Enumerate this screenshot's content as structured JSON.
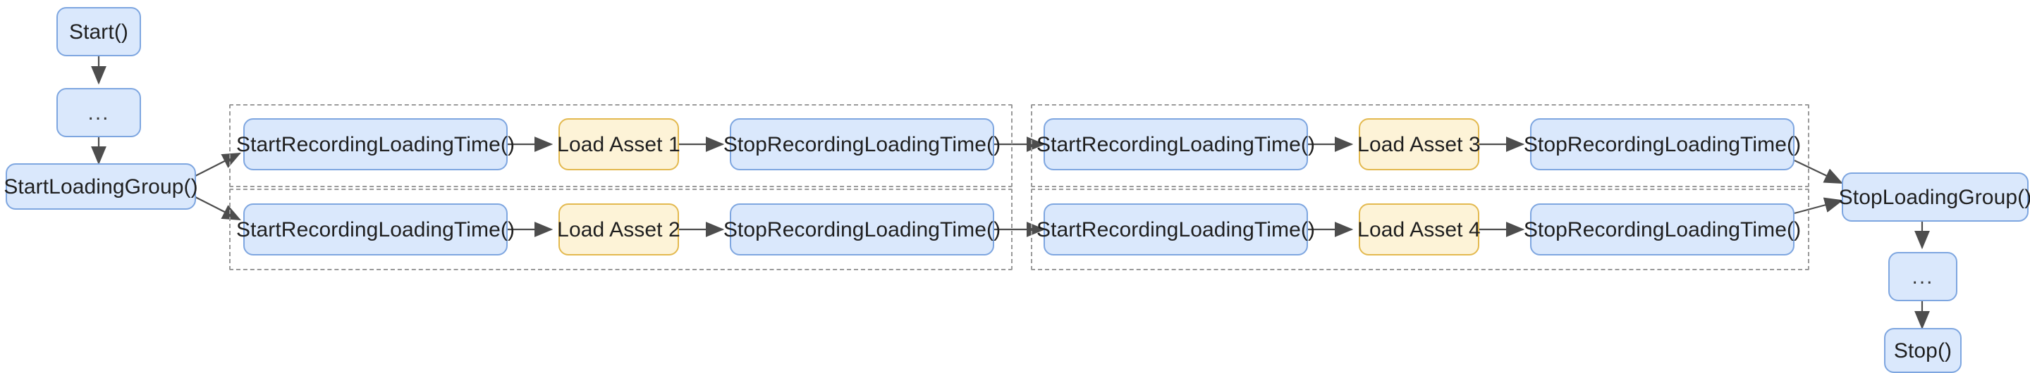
{
  "diagram": {
    "title": "Asset loading group instrumentation flowchart",
    "colors": {
      "node_blue_fill": "#dae8fc",
      "node_blue_border": "#7ea6e0",
      "node_yellow_fill": "#fdf3d7",
      "node_yellow_border": "#e3b94f",
      "subgraph_border": "#9a9a9a",
      "edge_stroke": "#4d4d4d",
      "text": "#1f1f1f",
      "background": "#ffffff"
    },
    "entry_chain": [
      {
        "id": "start",
        "label": "Start()",
        "style": "blue"
      },
      {
        "id": "pre_ellipsis",
        "label": "...",
        "style": "blue"
      },
      {
        "id": "start_loading_group",
        "label": "StartLoadingGroup()",
        "style": "blue"
      }
    ],
    "exit_chain": [
      {
        "id": "stop_loading_group",
        "label": "StopLoadingGroup()",
        "style": "blue"
      },
      {
        "id": "post_ellipsis",
        "label": "...",
        "style": "blue"
      },
      {
        "id": "stop",
        "label": "Stop()",
        "style": "blue"
      }
    ],
    "groups": [
      {
        "id": "group-1",
        "rows": [
          {
            "id": "group-1-row-1",
            "nodes": [
              {
                "id": "g1r1-start-rec",
                "label": "StartRecordingLoadingTime()",
                "style": "blue"
              },
              {
                "id": "g1r1-load",
                "label": "Load Asset 1",
                "style": "yellow"
              },
              {
                "id": "g1r1-stop-rec",
                "label": "StopRecordingLoadingTime()",
                "style": "blue"
              }
            ]
          },
          {
            "id": "group-1-row-2",
            "nodes": [
              {
                "id": "g1r2-start-rec",
                "label": "StartRecordingLoadingTime()",
                "style": "blue"
              },
              {
                "id": "g1r2-load",
                "label": "Load Asset 2",
                "style": "yellow"
              },
              {
                "id": "g1r2-stop-rec",
                "label": "StopRecordingLoadingTime()",
                "style": "blue"
              }
            ]
          }
        ]
      },
      {
        "id": "group-2",
        "rows": [
          {
            "id": "group-2-row-1",
            "nodes": [
              {
                "id": "g2r1-start-rec",
                "label": "StartRecordingLoadingTime()",
                "style": "blue"
              },
              {
                "id": "g2r1-load",
                "label": "Load Asset 3",
                "style": "yellow"
              },
              {
                "id": "g2r1-stop-rec",
                "label": "StopRecordingLoadingTime()",
                "style": "blue"
              }
            ]
          },
          {
            "id": "group-2-row-2",
            "nodes": [
              {
                "id": "g2r2-start-rec",
                "label": "StartRecordingLoadingTime()",
                "style": "blue"
              },
              {
                "id": "g2r2-load",
                "label": "Load Asset 4",
                "style": "yellow"
              },
              {
                "id": "g2r2-stop-rec",
                "label": "StopRecordingLoadingTime()",
                "style": "blue"
              }
            ]
          }
        ]
      }
    ]
  }
}
